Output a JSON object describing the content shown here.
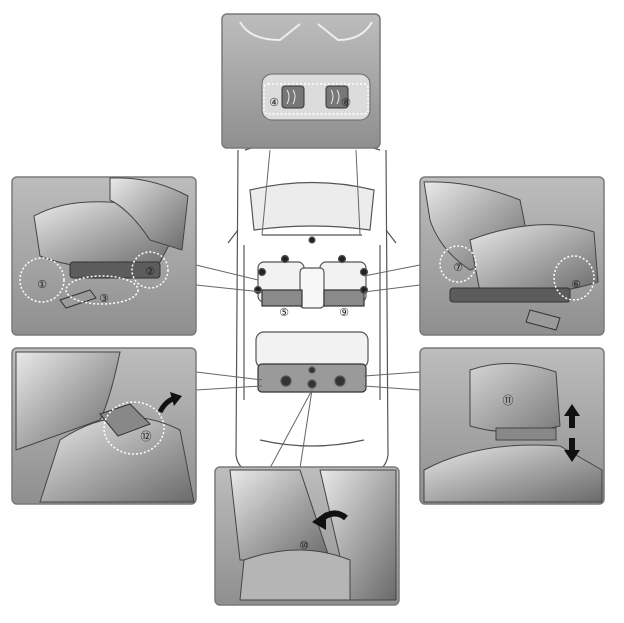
{
  "callouts": [
    {
      "id": "callout-1",
      "label": "①"
    },
    {
      "id": "callout-2",
      "label": "②"
    },
    {
      "id": "callout-3",
      "label": "③"
    },
    {
      "id": "callout-4",
      "label": "④"
    },
    {
      "id": "callout-5",
      "label": "⑤"
    },
    {
      "id": "callout-6",
      "label": "⑥"
    },
    {
      "id": "callout-7",
      "label": "⑦"
    },
    {
      "id": "callout-8",
      "label": "⑧"
    },
    {
      "id": "callout-9",
      "label": "⑨"
    },
    {
      "id": "callout-10",
      "label": "⑩"
    },
    {
      "id": "callout-11",
      "label": "⑪"
    },
    {
      "id": "callout-12",
      "label": "⑫"
    }
  ],
  "colors": {
    "panel_bg": "#cfcfcf",
    "panel_border": "#7a7a7a",
    "seat_dark": "#6e6e6e",
    "seat_mid": "#a9a9a9",
    "seat_light": "#e6e6e6",
    "line": "#555555"
  }
}
